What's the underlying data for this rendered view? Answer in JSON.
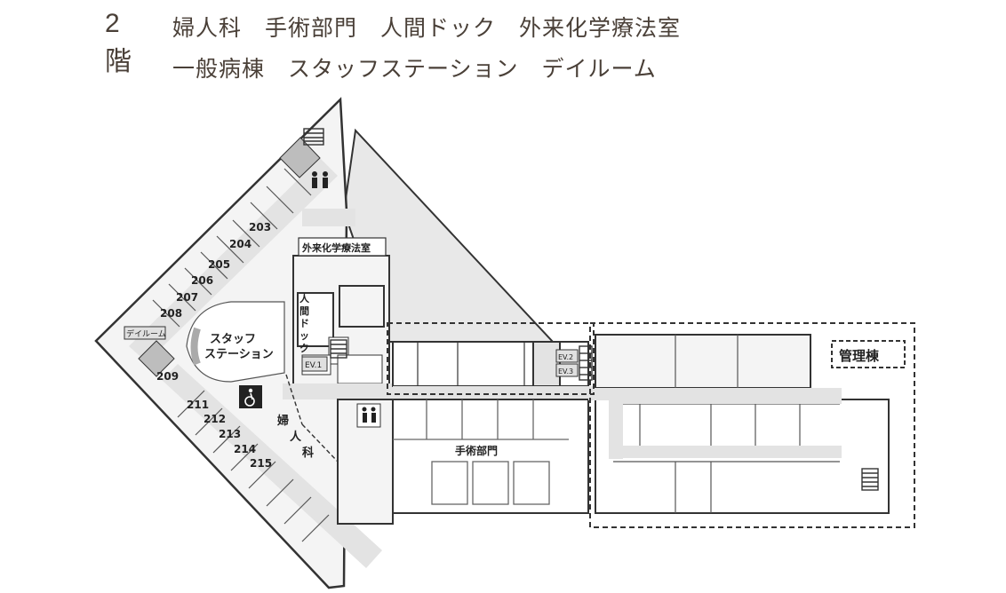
{
  "header": {
    "floor": "2階",
    "line1": [
      "婦人科",
      "手術部門",
      "人間ドック",
      "外来化学療法室"
    ],
    "line2": [
      "一般病棟",
      "スタッフステーション",
      "デイルーム"
    ]
  },
  "map": {
    "labels": {
      "chemo": "外来化学療法室",
      "dock": "人間ドック",
      "staff1": "スタッフ",
      "staff2": "ステーション",
      "dayroom": "デイルーム",
      "gyn": "婦人科",
      "surgery": "手術部門",
      "admin": "管理棟",
      "ev1": "EV.1",
      "ev2": "EV.2",
      "ev3": "EV.3"
    },
    "rooms": [
      "203",
      "204",
      "205",
      "206",
      "207",
      "208",
      "209",
      "211",
      "212",
      "213",
      "214",
      "215"
    ],
    "icons": [
      "stairs-icon",
      "restroom-icon",
      "wheelchair-icon",
      "elevator-icon"
    ],
    "colors": {
      "wall": "#333333",
      "corridor": "#e3e3e3",
      "floor": "#f4f4f4",
      "core": "#bdbdbd",
      "triangle": "#e8e8e8"
    }
  }
}
